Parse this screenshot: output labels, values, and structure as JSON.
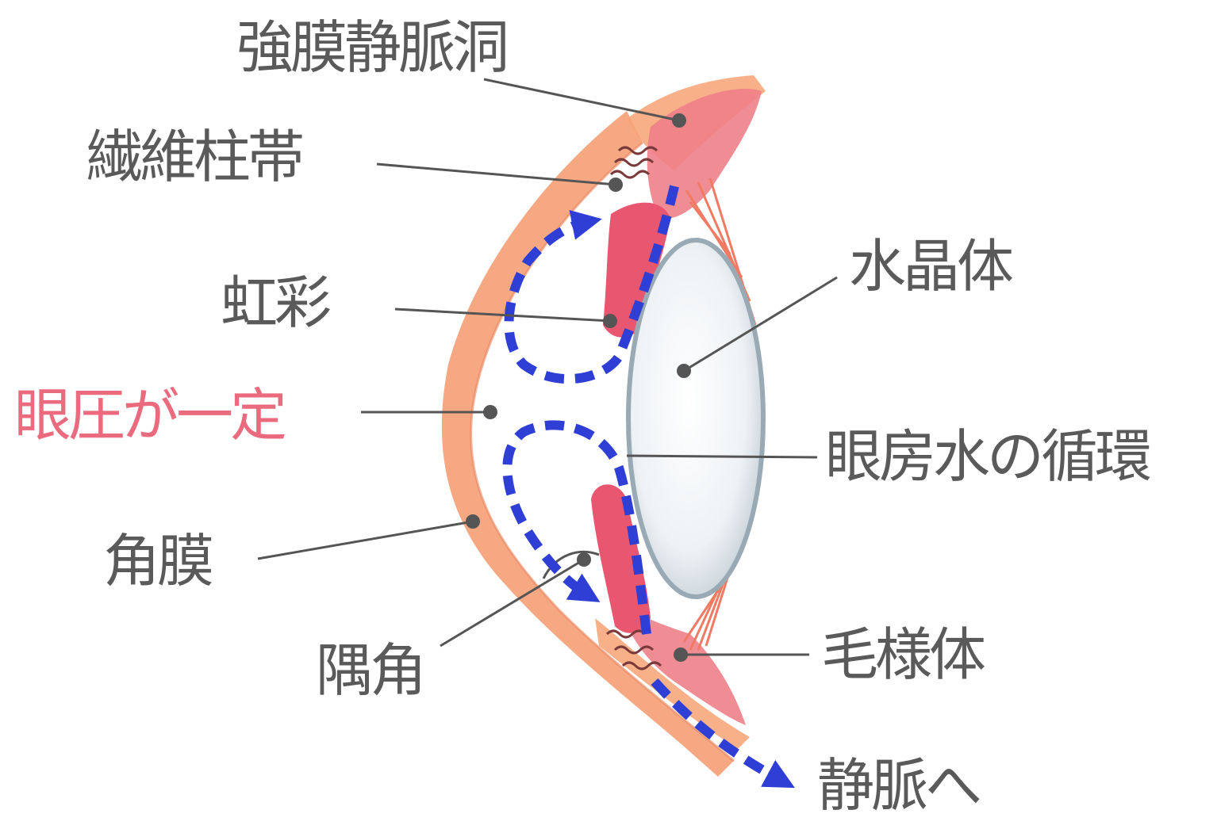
{
  "labels": {
    "schlemm_canal": "強膜静脈洞",
    "trabecular_meshwork": "繊維柱帯",
    "iris": "虹彩",
    "iop_constant": "眼圧が一定",
    "cornea": "角膜",
    "angle": "隅角",
    "lens": "水晶体",
    "aqueous_circulation": "眼房水の循環",
    "ciliary_body": "毛様体",
    "to_vein": "静脈へ"
  },
  "colors": {
    "label_text": "#5a5a5a",
    "emphasis_text": "#ea6b7e",
    "cornea": "#f4a37b",
    "sclera": "#f7b088",
    "tissue": "#ee7f88",
    "iris": "#e8566f",
    "zonule": "#f07a62",
    "lens_fill": "#e5ebef",
    "lens_edge": "#9aaab5",
    "flow_arrow": "#2f3fd6",
    "leader": "#555555"
  }
}
